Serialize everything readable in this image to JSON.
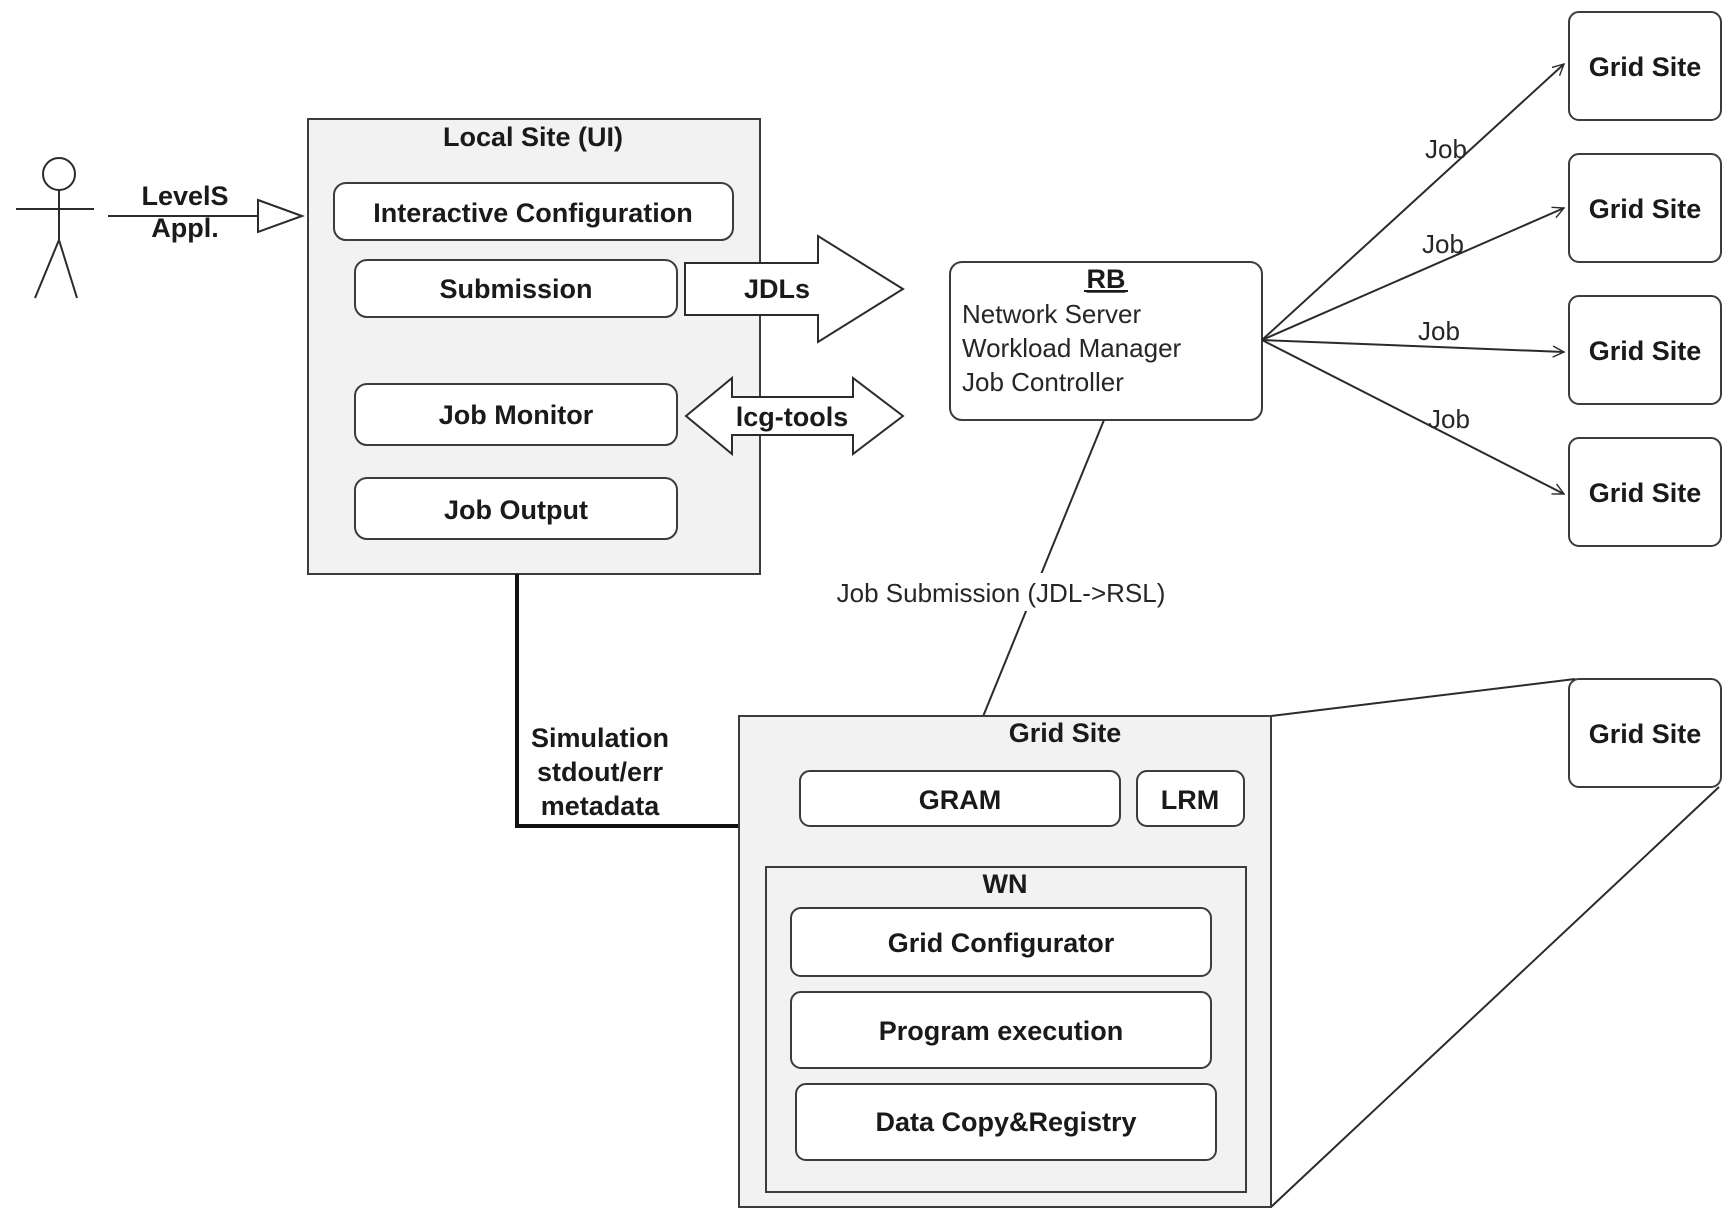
{
  "actor": {
    "label_line1": "LevelS",
    "label_line2": "Appl."
  },
  "local_site": {
    "title": "Local Site (UI)",
    "components": [
      "Interactive Configuration",
      "Submission",
      "Job Monitor",
      "Job Output"
    ]
  },
  "arrows": {
    "jdls": "JDLs",
    "lcg_tools": "lcg-tools"
  },
  "rb": {
    "title": "RB",
    "services": [
      "Network Server",
      "Workload Manager",
      "Job Controller"
    ]
  },
  "job_edges": [
    "Job",
    "Job",
    "Job",
    "Job"
  ],
  "grid_sites": [
    "Grid Site",
    "Grid Site",
    "Grid Site",
    "Grid Site",
    "Grid Site"
  ],
  "submission_label": "Job Submission (JDL->RSL)",
  "output_label": [
    "Simulation",
    "stdout/err",
    "metadata"
  ],
  "grid_site_detail": {
    "title": "Grid Site",
    "gram": "GRAM",
    "lrm": "LRM",
    "wn": {
      "title": "WN",
      "components": [
        "Grid Configurator",
        "Program execution",
        "Data Copy&Registry"
      ]
    }
  }
}
